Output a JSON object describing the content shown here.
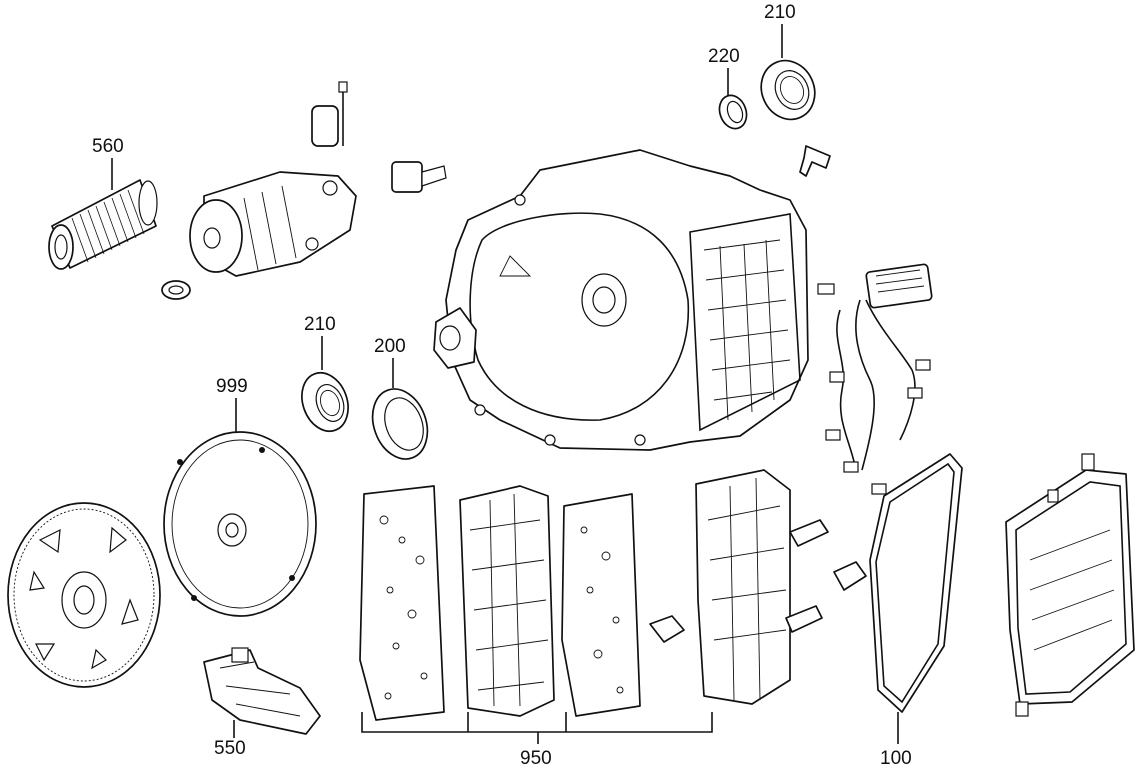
{
  "diagram": {
    "callouts": {
      "p560": "560",
      "p220": "220",
      "p210_top": "210",
      "p210_mid": "210",
      "p200": "200",
      "p999": "999",
      "p550": "550",
      "p950": "950",
      "p100": "100"
    }
  }
}
